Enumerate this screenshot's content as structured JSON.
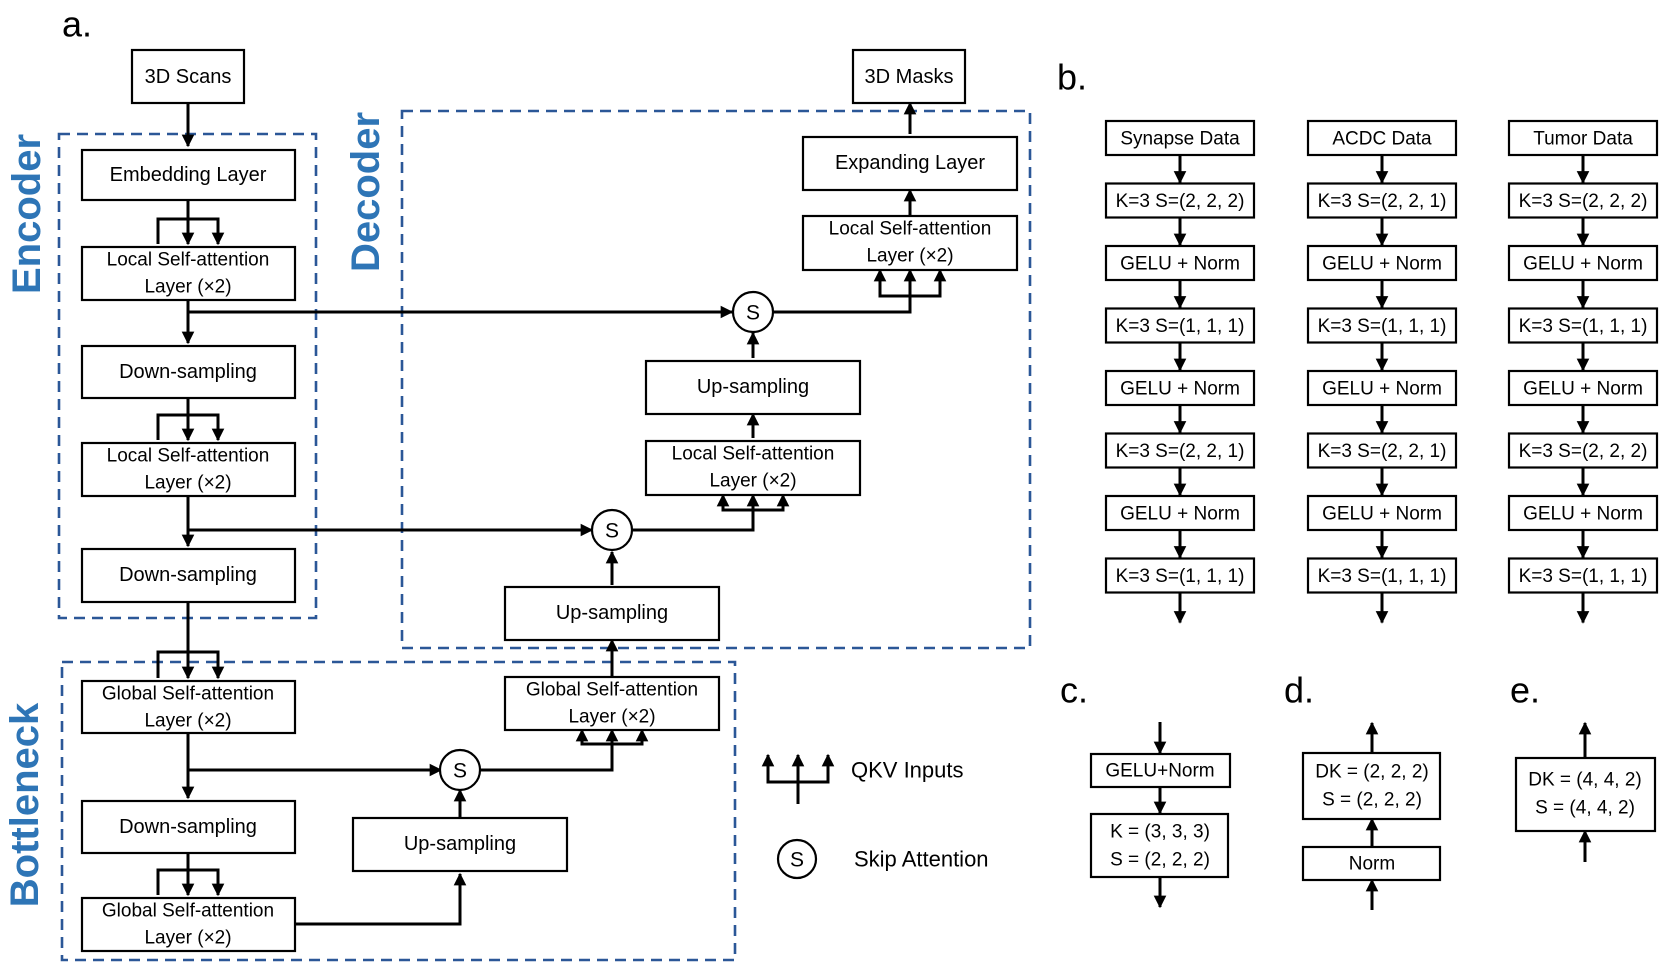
{
  "panels": {
    "a": "a.",
    "b": "b.",
    "c": "c.",
    "d": "d.",
    "e": "e."
  },
  "sections": {
    "encoder": "Encoder",
    "decoder": "Decoder",
    "bottleneck": "Bottleneck"
  },
  "colors": {
    "section_text": "#2e75b6",
    "dashed_border": "#2b5797"
  },
  "panel_a": {
    "input": "3D Scans",
    "output": "3D Masks",
    "encoder": {
      "embedding": "Embedding Layer",
      "local_sa_1": [
        "Local Self-attention",
        "Layer (×2)"
      ],
      "down_1": "Down-sampling",
      "local_sa_2": [
        "Local Self-attention",
        "Layer (×2)"
      ],
      "down_2": "Down-sampling"
    },
    "bottleneck": {
      "global_sa_1": [
        "Global Self-attention",
        "Layer (×2)"
      ],
      "down": "Down-sampling",
      "global_sa_2": [
        "Global Self-attention",
        "Layer (×2)"
      ],
      "up": "Up-sampling",
      "global_sa_3": [
        "Global Self-attention",
        "Layer (×2)"
      ]
    },
    "decoder": {
      "up_1": "Up-sampling",
      "local_sa_1": [
        "Local Self-attention",
        "Layer (×2)"
      ],
      "up_2": "Up-sampling",
      "local_sa_2": [
        "Local Self-attention",
        "Layer (×2)"
      ],
      "expanding": "Expanding Layer"
    },
    "skip_symbol": "S",
    "legend": {
      "qkv": "QKV Inputs",
      "skip": "Skip Attention",
      "skip_symbol": "S"
    }
  },
  "panel_b": {
    "columns": [
      {
        "header": "Synapse Data",
        "steps": [
          "K=3 S=(2, 2, 2)",
          "GELU + Norm",
          "K=3 S=(1, 1, 1)",
          "GELU + Norm",
          "K=3 S=(2, 2, 1)",
          "GELU + Norm",
          "K=3 S=(1, 1, 1)"
        ]
      },
      {
        "header": "ACDC Data",
        "steps": [
          "K=3 S=(2, 2, 1)",
          "GELU + Norm",
          "K=3 S=(1, 1, 1)",
          "GELU + Norm",
          "K=3 S=(2, 2, 1)",
          "GELU + Norm",
          "K=3 S=(1, 1, 1)"
        ]
      },
      {
        "header": "Tumor Data",
        "steps": [
          "K=3 S=(2, 2, 2)",
          "GELU + Norm",
          "K=3 S=(1, 1, 1)",
          "GELU + Norm",
          "K=3 S=(2, 2, 2)",
          "GELU + Norm",
          "K=3 S=(1, 1, 1)"
        ]
      }
    ]
  },
  "panel_c": {
    "norm": "GELU+Norm",
    "conv": [
      "K = (3, 3, 3)",
      "S = (2, 2, 2)"
    ]
  },
  "panel_d": {
    "norm": "Norm",
    "deconv": [
      "DK = (2, 2, 2)",
      "S = (2, 2, 2)"
    ]
  },
  "panel_e": {
    "deconv": [
      "DK = (4, 4, 2)",
      "S = (4, 4, 2)"
    ]
  }
}
